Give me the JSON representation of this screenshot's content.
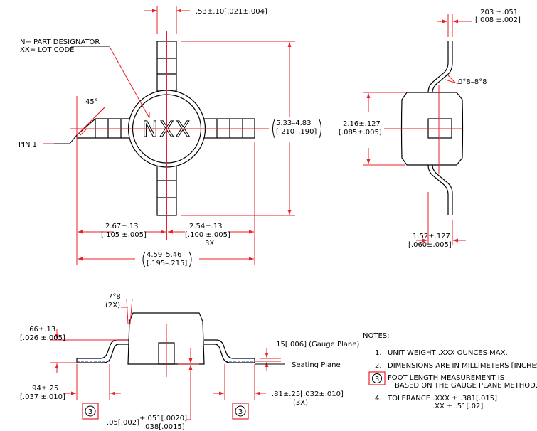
{
  "top_view": {
    "callout_designator": "N= PART DESIGNATOR",
    "callout_lot": "XX= LOT CODE",
    "marking": "NXX",
    "pin1_label": "PIN 1",
    "chamfer_angle": "45°",
    "lead_width_dim": ".53±.10[.021±.004]",
    "height_dim_mm": "5.33–4.83",
    "height_dim_in": "[.210–.190]",
    "left_dim_mm": "2.67±.13",
    "left_dim_in": "[.105 ±.005]",
    "right_dim_mm": "2.54±.13",
    "right_dim_in": "[.100 ±.005]",
    "right_dim_count": "3X",
    "overall_dim_mm": "4.59–5.46",
    "overall_dim_in": "[.195–.215]"
  },
  "side_view": {
    "lead_thk_mm": ".203 ±.051",
    "lead_thk_in": "[.008 ±.002]",
    "lead_angle": "0°8–8°8",
    "body_h_mm": "2.16±.127",
    "body_h_in": "[.085±.005]",
    "lead_len_mm": "1.52±.127",
    "lead_len_in": "[.060±.005]"
  },
  "front_view": {
    "draft_angle": "7°8",
    "draft_count": "(2X)",
    "foot_h_mm": ".66±.13",
    "foot_h_in": "[.026 ±.005]",
    "gauge_dim": ".15[.006] (Gauge Plane)",
    "seating_plane": "Seating Plane",
    "foot_len_mm": ".94±.25",
    "foot_len_in": "[.037 ±.010]",
    "foot_len_r": ".81±.25[.032±.010]",
    "foot_len_r_count": "(3X)",
    "standoff_nom": ".05[.002]",
    "standoff_plus": "+.051[.0020]",
    "standoff_minus": "–.038[.0015]",
    "note_ref": "3"
  },
  "notes": {
    "title": "NOTES:",
    "items": [
      {
        "num": "1.",
        "text": "UNIT WEIGHT .XXX OUNCES MAX."
      },
      {
        "num": "2.",
        "text": "DIMENSIONS ARE IN  MILLIMETERS [INCHES]."
      },
      {
        "num": "3",
        "text": "FOOT LENGTH MEASUREMENT IS",
        "text2": "BASED ON THE GAUGE PLANE METHOD."
      },
      {
        "num": "4.",
        "text": "TOLERANCE .XXX ± .381[.015]",
        "text2": ".XX ± .51[.02]"
      }
    ]
  },
  "colors": {
    "line": "#000000",
    "dimension": "#e8202a",
    "gauge": "#2233cc"
  }
}
